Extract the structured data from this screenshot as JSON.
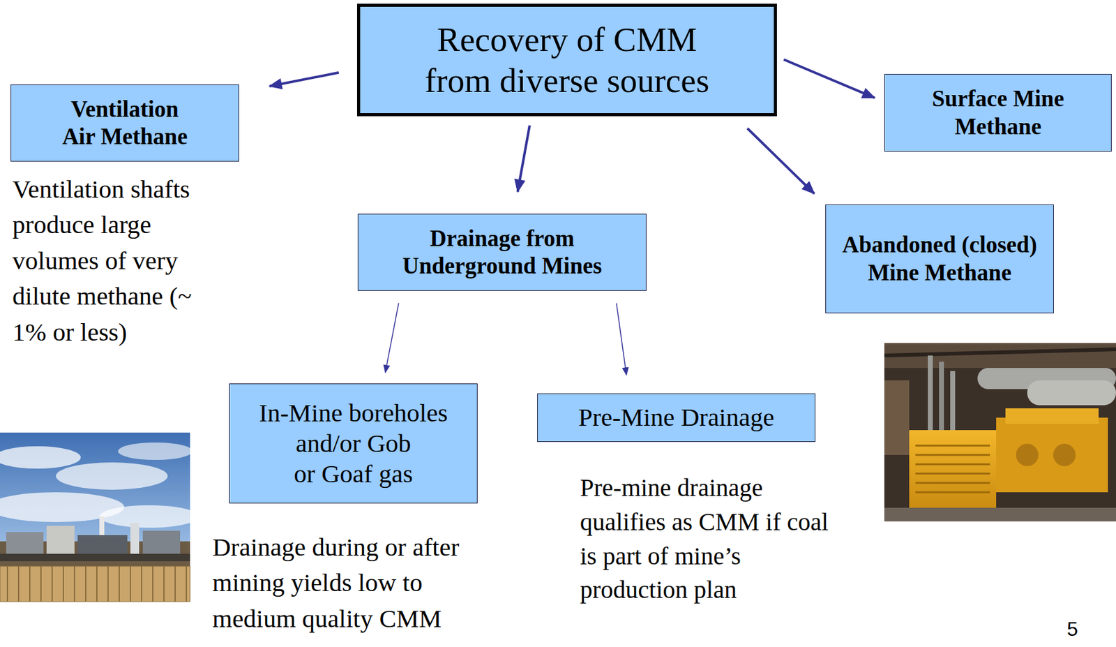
{
  "diagram": {
    "nodes": [
      {
        "text": [
          "Recovery of CMM from diverse sources"
        ]
      },
      {
        "text": [
          "Ventilation Air Methane"
        ]
      },
      {
        "text": [
          "Surface Mine Methane"
        ]
      },
      {
        "text": [
          "Drainage from Underground Mines"
        ]
      },
      {
        "text": [
          "Abandoned (closed) Mine Methane"
        ]
      },
      {
        "text": [
          "In-Mine boreholes and/or Gob or Goaf gas"
        ]
      },
      {
        "text": [
          "Pre-Mine Drainage"
        ]
      }
    ],
    "edges": [
      {
        "from": 0,
        "to": 1,
        "arrow": "to"
      },
      {
        "from": 0,
        "to": 2,
        "arrow": "to"
      },
      {
        "from": 0,
        "to": 3,
        "arrow": "to"
      },
      {
        "from": 0,
        "to": 4,
        "arrow": "to"
      },
      {
        "from": 3,
        "to": 5,
        "arrow": "to"
      },
      {
        "from": 3,
        "to": 6,
        "arrow": "to"
      }
    ],
    "labels": [
      "Ventilation shafts produce large volumes of very dilute methane (~ 1% or less)",
      "Drainage during or after mining yields low to medium quality CMM",
      "Pre-mine drainage qualifies as CMM if coal is part of mine’s production plan",
      "5"
    ]
  }
}
